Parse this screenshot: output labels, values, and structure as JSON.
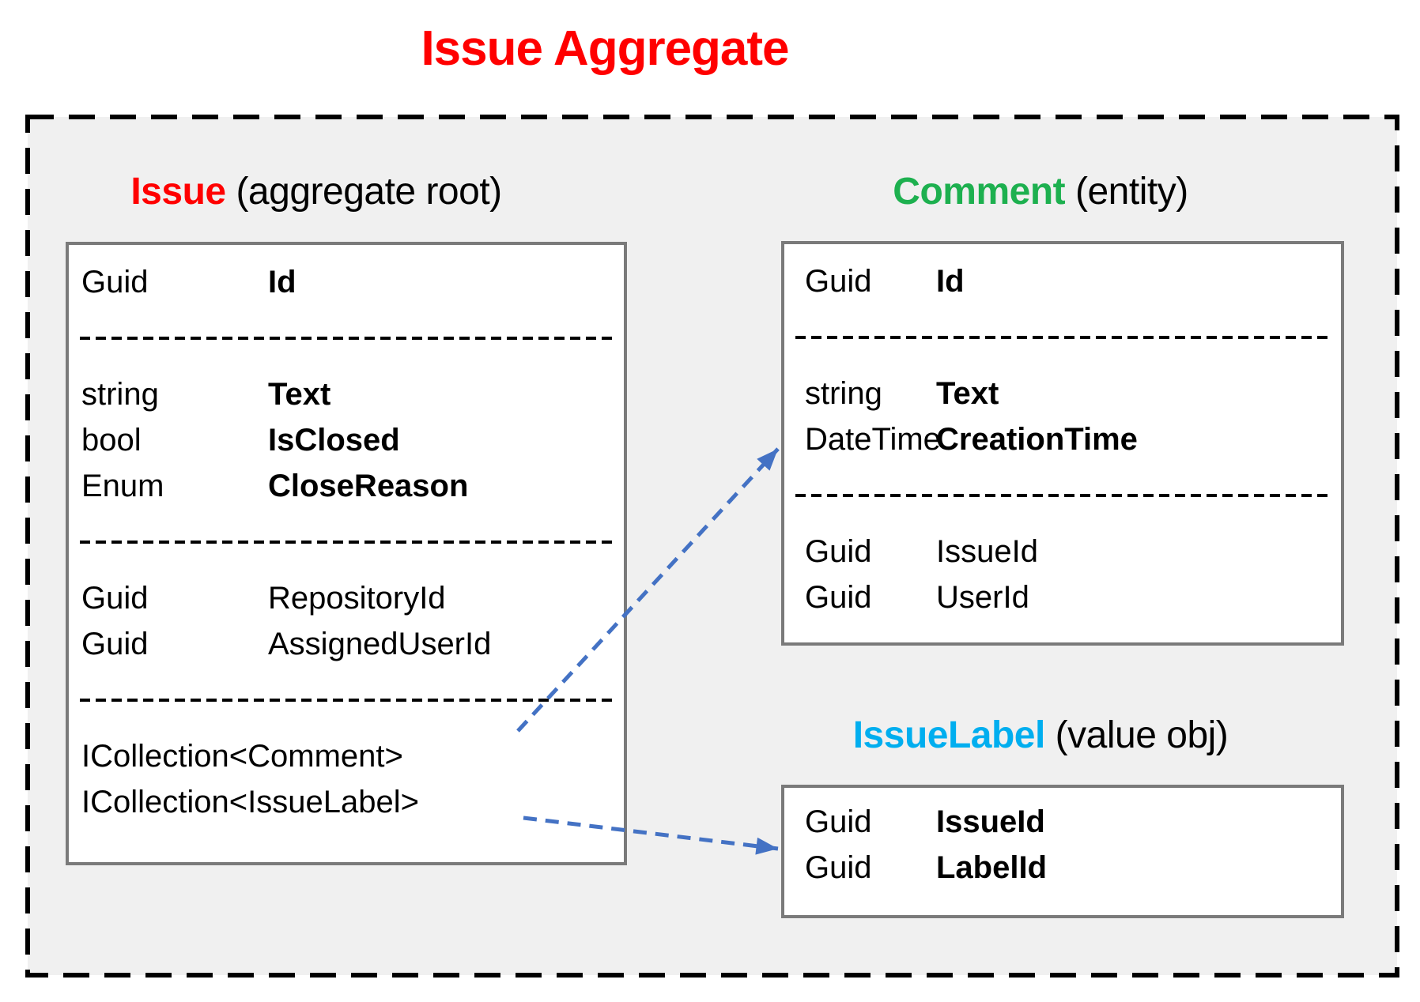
{
  "title": "Issue Aggregate",
  "colors": {
    "title": "#ff0000",
    "issue_heading": "#ff0000",
    "comment_heading": "#1db04f",
    "issue_label_heading": "#00aeef",
    "arrow": "#4472c4",
    "panel_background": "#f0f0f0",
    "box_border": "#7a7a7a"
  },
  "panel": {
    "issue": {
      "heading": "Issue",
      "qualifier": "(aggregate root)",
      "rows": [
        {
          "type": "Guid",
          "name": "Id"
        },
        {
          "type": "string",
          "name": "Text"
        },
        {
          "type": "bool",
          "name": "IsClosed"
        },
        {
          "type": "Enum",
          "name": "CloseReason"
        },
        {
          "type": "Guid",
          "name": "RepositoryId"
        },
        {
          "type": "Guid",
          "name": "AssignedUserId"
        },
        {
          "collection": "ICollection<Comment>"
        },
        {
          "collection": "ICollection<IssueLabel>"
        }
      ]
    },
    "comment": {
      "heading": "Comment",
      "qualifier": "(entity)",
      "rows": [
        {
          "type": "Guid",
          "name": "Id"
        },
        {
          "type": "string",
          "name": "Text"
        },
        {
          "type": "DateTime",
          "name": "CreationTime"
        },
        {
          "type": "Guid",
          "name": "IssueId"
        },
        {
          "type": "Guid",
          "name": "UserId"
        }
      ]
    },
    "issue_label": {
      "heading": "IssueLabel",
      "qualifier": "(value obj)",
      "rows": [
        {
          "type": "Guid",
          "name": "IssueId"
        },
        {
          "type": "Guid",
          "name": "LabelId"
        }
      ]
    }
  }
}
